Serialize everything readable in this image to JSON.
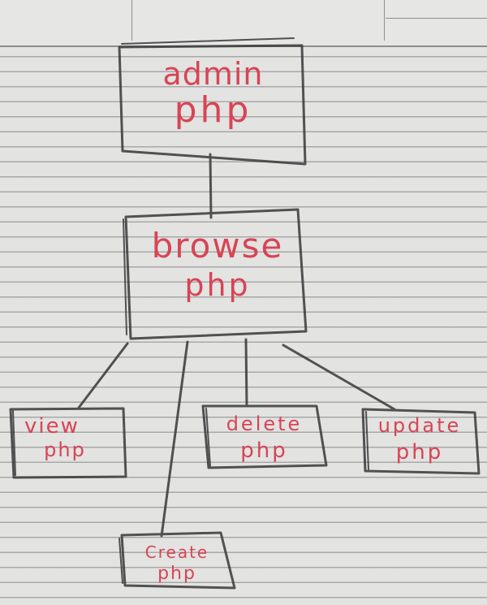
{
  "colors": {
    "paper": "#e3e3e1",
    "pencil": "#3d3d40",
    "ink": "#d84455",
    "rule": "#7f7f85"
  },
  "nodes": {
    "admin": {
      "line1": "admin",
      "line2": "php"
    },
    "browse": {
      "line1": "browse",
      "line2": "php"
    },
    "view": {
      "line1": "view",
      "line2": "php"
    },
    "delete": {
      "line1": "delete",
      "line2": "php"
    },
    "update": {
      "line1": "update",
      "line2": "php"
    },
    "create": {
      "line1": "Create",
      "line2": "php"
    }
  },
  "edges": [
    {
      "from": "admin",
      "to": "browse"
    },
    {
      "from": "browse",
      "to": "view"
    },
    {
      "from": "browse",
      "to": "create"
    },
    {
      "from": "browse",
      "to": "delete"
    },
    {
      "from": "browse",
      "to": "update"
    }
  ]
}
